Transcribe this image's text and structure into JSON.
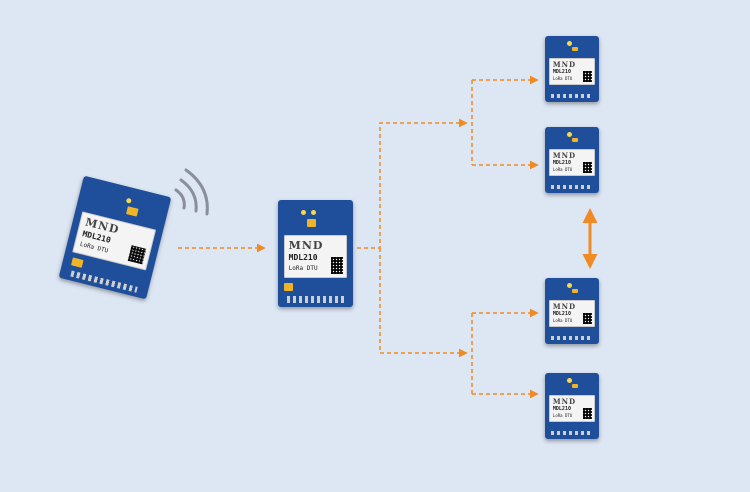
{
  "diagram": {
    "modules": [
      {
        "id": "source",
        "logo": "MND",
        "model": "MDL210",
        "sub": "LoRa DTU"
      },
      {
        "id": "relay",
        "logo": "MND",
        "model": "MDL210",
        "sub": "LoRa DTU"
      },
      {
        "id": "node-1",
        "logo": "MND",
        "model": "MDL210",
        "sub": "LoRa DTU"
      },
      {
        "id": "node-2",
        "logo": "MND",
        "model": "MDL210",
        "sub": "LoRa DTU"
      },
      {
        "id": "node-3",
        "logo": "MND",
        "model": "MDL210",
        "sub": "LoRa DTU"
      },
      {
        "id": "node-4",
        "logo": "MND",
        "model": "MDL210",
        "sub": "LoRa DTU"
      }
    ],
    "colors": {
      "background": "#dde6f3",
      "board": "#1f4f9b",
      "connector": "#f08a24",
      "signal": "#8a8f99"
    },
    "icons": [
      "wireless-signal-icon",
      "arrow-icon"
    ]
  }
}
